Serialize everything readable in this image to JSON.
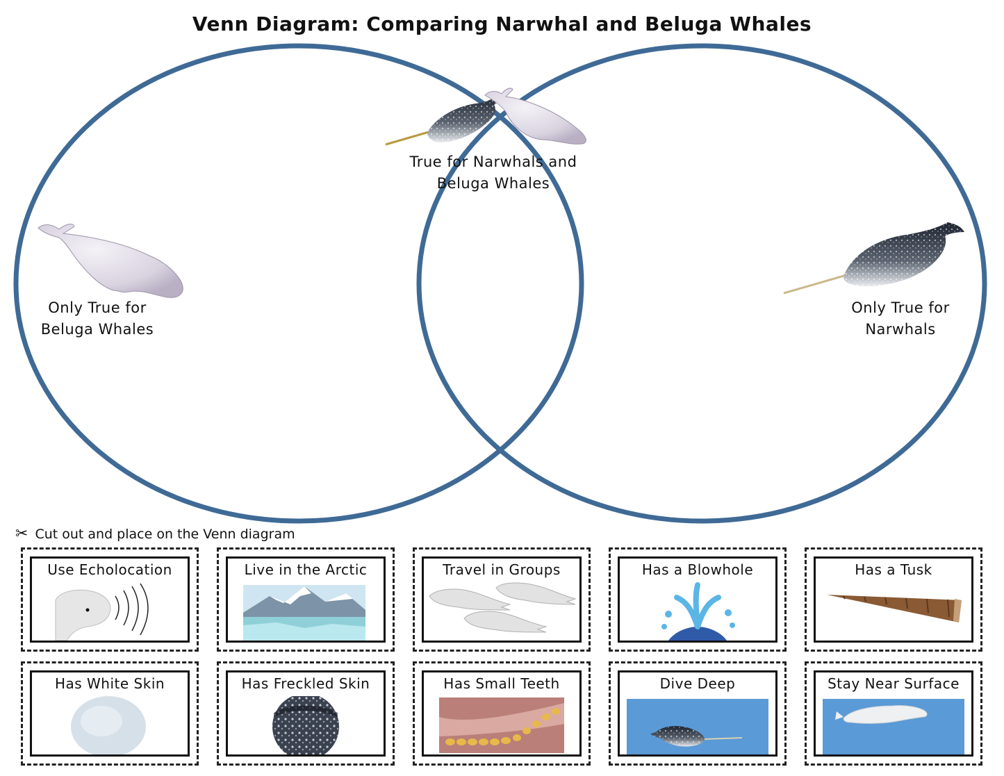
{
  "title": "Venn Diagram: Comparing Narwhal and Beluga Whales",
  "venn": {
    "left_label_line1": "Only True for",
    "left_label_line2": "Beluga Whales",
    "center_label_line1": "True for Narwhals and",
    "center_label_line2": "Beluga Whales",
    "right_label_line1": "Only True for",
    "right_label_line2": "Narwhals",
    "circle_color": "#3f6a96"
  },
  "instructions": {
    "icon": "scissors-icon",
    "text": "Cut out and place on the Venn diagram"
  },
  "cards": [
    {
      "label": "Use Echolocation",
      "picture": "beluga-echolocation"
    },
    {
      "label": "Live in the Arctic",
      "picture": "arctic-landscape"
    },
    {
      "label": "Travel in Groups",
      "picture": "beluga-group"
    },
    {
      "label": "Has a Blowhole",
      "picture": "blowhole-spout"
    },
    {
      "label": "Has a Tusk",
      "picture": "narwhal-tusk"
    },
    {
      "label": "Has White Skin",
      "picture": "white-skin-circle"
    },
    {
      "label": "Has Freckled Skin",
      "picture": "freckled-skin-circle"
    },
    {
      "label": "Has Small Teeth",
      "picture": "small-teeth"
    },
    {
      "label": "Dive Deep",
      "picture": "narwhal-deep-water"
    },
    {
      "label": "Stay Near Surface",
      "picture": "beluga-surface-water"
    }
  ]
}
